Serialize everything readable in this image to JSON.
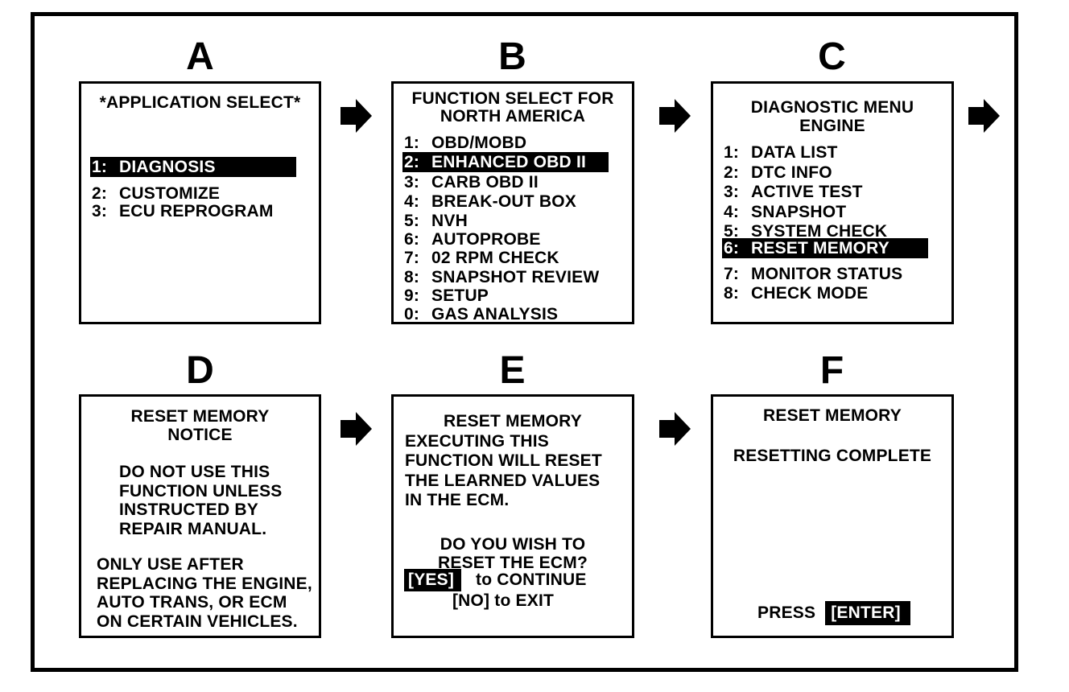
{
  "colors": {
    "ink": "#000000",
    "paper": "#ffffff"
  },
  "panels": [
    {
      "letter": "A",
      "title_lines": [
        "*APPLICATION SELECT*"
      ],
      "menu": [
        {
          "num": "1:",
          "label": "DIAGNOSIS",
          "selected": true
        },
        {
          "num": "2:",
          "label": "CUSTOMIZE",
          "selected": false
        },
        {
          "num": "3:",
          "label": "ECU REPROGRAM",
          "selected": false
        }
      ]
    },
    {
      "letter": "B",
      "title_lines": [
        "FUNCTION SELECT FOR",
        "NORTH AMERICA"
      ],
      "menu": [
        {
          "num": "1:",
          "label": "OBD/MOBD",
          "selected": false
        },
        {
          "num": "2:",
          "label": "ENHANCED OBD II",
          "selected": true
        },
        {
          "num": "3:",
          "label": "CARB OBD II",
          "selected": false
        },
        {
          "num": "4:",
          "label": "BREAK-OUT BOX",
          "selected": false
        },
        {
          "num": "5:",
          "label": "NVH",
          "selected": false
        },
        {
          "num": "6:",
          "label": "AUTOPROBE",
          "selected": false
        },
        {
          "num": "7:",
          "label": "02 RPM CHECK",
          "selected": false
        },
        {
          "num": "8:",
          "label": "SNAPSHOT REVIEW",
          "selected": false
        },
        {
          "num": "9:",
          "label": "SETUP",
          "selected": false
        },
        {
          "num": "0:",
          "label": "GAS ANALYSIS",
          "selected": false
        }
      ]
    },
    {
      "letter": "C",
      "title_lines": [
        "DIAGNOSTIC MENU",
        "ENGINE"
      ],
      "menu": [
        {
          "num": "1:",
          "label": "DATA LIST",
          "selected": false
        },
        {
          "num": "2:",
          "label": "DTC INFO",
          "selected": false
        },
        {
          "num": "3:",
          "label": "ACTIVE TEST",
          "selected": false
        },
        {
          "num": "4:",
          "label": "SNAPSHOT",
          "selected": false
        },
        {
          "num": "5:",
          "label": "SYSTEM CHECK",
          "selected": false
        },
        {
          "num": "6:",
          "label": "RESET MEMORY",
          "selected": true
        },
        {
          "num": "7:",
          "label": "MONITOR STATUS",
          "selected": false
        },
        {
          "num": "8:",
          "label": "CHECK MODE",
          "selected": false
        }
      ]
    },
    {
      "letter": "D",
      "title_lines": [
        "RESET MEMORY",
        "NOTICE"
      ],
      "paragraphs": [
        [
          "DO NOT USE THIS",
          "FUNCTION UNLESS",
          "INSTRUCTED BY",
          "REPAIR MANUAL."
        ],
        [
          "ONLY USE AFTER",
          "REPLACING THE ENGINE,",
          "AUTO TRANS, OR ECM",
          "ON CERTAIN VEHICLES."
        ]
      ]
    },
    {
      "letter": "E",
      "title_lines": [
        "RESET MEMORY"
      ],
      "body_lines": [
        "EXECUTING THIS",
        "FUNCTION WILL RESET",
        "THE LEARNED VALUES",
        "IN THE ECM."
      ],
      "prompt_lines": [
        "DO YOU WISH TO",
        "RESET THE ECM?"
      ],
      "yes_key": "[YES]",
      "yes_action": "to CONTINUE",
      "no_line": "[NO] to EXIT"
    },
    {
      "letter": "F",
      "title": "RESET MEMORY",
      "status": "RESETTING COMPLETE",
      "press_label": "PRESS",
      "enter_key": "[ENTER]"
    }
  ]
}
